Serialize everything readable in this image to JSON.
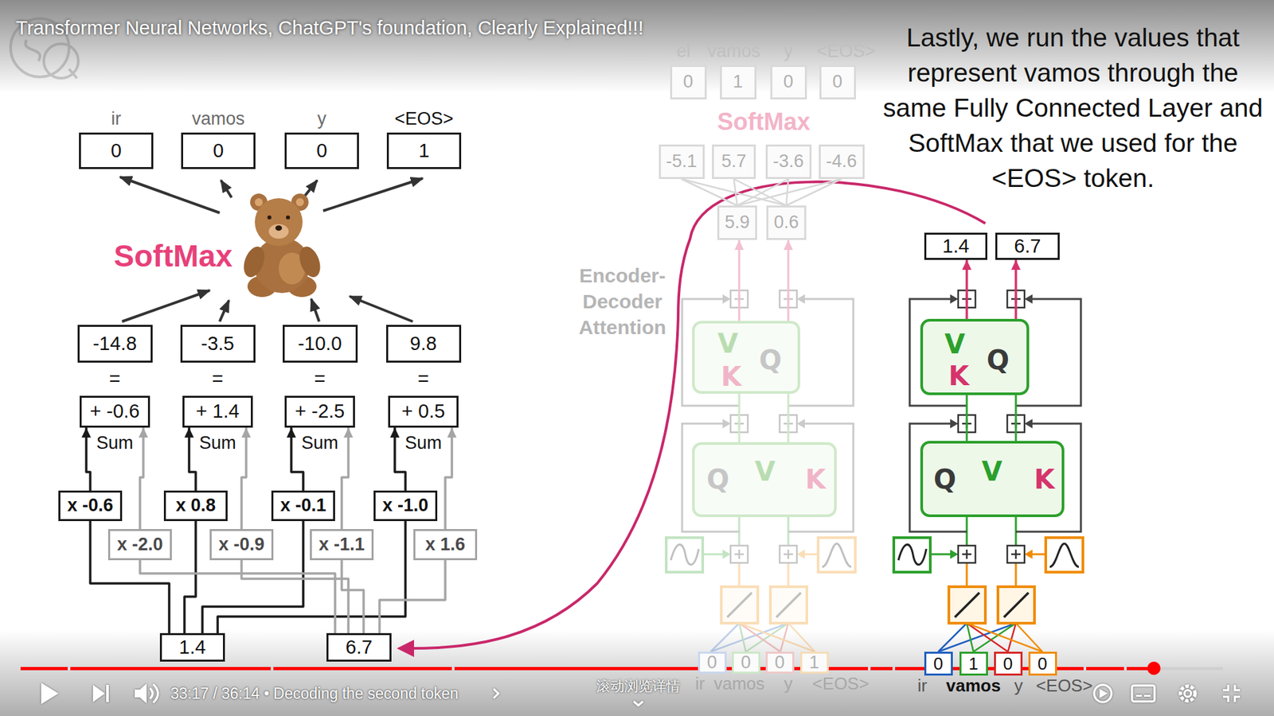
{
  "diagram": {
    "title": "Transformer Neural Networks, ChatGPT's foundation, Clearly Explained!!!",
    "nodes": [
      {
        "text": [
          "ir",
          "0"
        ]
      },
      {
        "text": [
          "vamos",
          "0"
        ]
      },
      {
        "text": [
          "y",
          "0"
        ]
      },
      {
        "text": [
          "<EOS>",
          "1"
        ]
      },
      {
        "text": [
          "-14.8"
        ]
      },
      {
        "text": [
          "-3.5"
        ]
      },
      {
        "text": [
          "-10.0"
        ]
      },
      {
        "text": [
          "9.8"
        ]
      },
      {
        "text": [
          "+ -0.6"
        ]
      },
      {
        "text": [
          "+ 1.4"
        ]
      },
      {
        "text": [
          "+ -2.5"
        ]
      },
      {
        "text": [
          "+ 0.5"
        ]
      },
      {
        "text": [
          "x -0.6"
        ]
      },
      {
        "text": [
          "x 0.8"
        ]
      },
      {
        "text": [
          "x -0.1"
        ]
      },
      {
        "text": [
          "x -1.0"
        ]
      },
      {
        "text": [
          "x -2.0"
        ]
      },
      {
        "text": [
          "x -0.9"
        ]
      },
      {
        "text": [
          "x -1.1"
        ]
      },
      {
        "text": [
          "x 1.6"
        ]
      },
      {
        "text": [
          "1.4"
        ]
      },
      {
        "text": [
          "6.7"
        ]
      },
      {
        "text": [
          "el",
          "0"
        ]
      },
      {
        "text": [
          "vamos",
          "1"
        ]
      },
      {
        "text": [
          "y",
          "0"
        ]
      },
      {
        "text": [
          "<EOS>",
          "0"
        ]
      },
      {
        "text": [
          "-5.1"
        ]
      },
      {
        "text": [
          "5.7"
        ]
      },
      {
        "text": [
          "-3.6"
        ]
      },
      {
        "text": [
          "-4.6"
        ]
      },
      {
        "text": [
          "5.9"
        ]
      },
      {
        "text": [
          "0.6"
        ]
      },
      {
        "text": [
          "V",
          "K",
          "Q"
        ]
      },
      {
        "text": [
          "Q",
          "V",
          "K"
        ]
      },
      {
        "text": [
          "0",
          "ir"
        ]
      },
      {
        "text": [
          "0",
          "vamos"
        ]
      },
      {
        "text": [
          "0",
          "y"
        ]
      },
      {
        "text": [
          "1",
          "<EOS>"
        ]
      },
      {
        "text": [
          "1.4"
        ]
      },
      {
        "text": [
          "6.7"
        ]
      },
      {
        "text": [
          "V",
          "K",
          "Q"
        ]
      },
      {
        "text": [
          "Q",
          "V",
          "K"
        ]
      },
      {
        "text": [
          "0",
          "ir"
        ]
      },
      {
        "text": [
          "1",
          "vamos"
        ]
      },
      {
        "text": [
          "0",
          "y"
        ]
      },
      {
        "text": [
          "0",
          "<EOS>"
        ]
      }
    ],
    "edges": [
      {
        "from": 20,
        "to": 12,
        "arrow": "none"
      },
      {
        "from": 20,
        "to": 13,
        "arrow": "none"
      },
      {
        "from": 20,
        "to": 14,
        "arrow": "none"
      },
      {
        "from": 20,
        "to": 15,
        "arrow": "none"
      },
      {
        "from": 21,
        "to": 16,
        "arrow": "none"
      },
      {
        "from": 21,
        "to": 17,
        "arrow": "none"
      },
      {
        "from": 21,
        "to": 18,
        "arrow": "none"
      },
      {
        "from": 21,
        "to": 19,
        "arrow": "none"
      },
      {
        "from": 12,
        "to": 8,
        "arrow": "to"
      },
      {
        "from": 16,
        "to": 8,
        "arrow": "to"
      },
      {
        "from": 13,
        "to": 9,
        "arrow": "to"
      },
      {
        "from": 17,
        "to": 9,
        "arrow": "to"
      },
      {
        "from": 14,
        "to": 10,
        "arrow": "to"
      },
      {
        "from": 18,
        "to": 10,
        "arrow": "to"
      },
      {
        "from": 15,
        "to": 11,
        "arrow": "to"
      },
      {
        "from": 19,
        "to": 11,
        "arrow": "to"
      },
      {
        "from": 30,
        "to": 26,
        "arrow": "none"
      },
      {
        "from": 30,
        "to": 27,
        "arrow": "none"
      },
      {
        "from": 30,
        "to": 28,
        "arrow": "none"
      },
      {
        "from": 30,
        "to": 29,
        "arrow": "none"
      },
      {
        "from": 31,
        "to": 26,
        "arrow": "none"
      },
      {
        "from": 31,
        "to": 27,
        "arrow": "none"
      },
      {
        "from": 31,
        "to": 28,
        "arrow": "none"
      },
      {
        "from": 31,
        "to": 29,
        "arrow": "none"
      },
      {
        "from": 32,
        "to": 30,
        "arrow": "to"
      },
      {
        "from": 32,
        "to": 31,
        "arrow": "to"
      },
      {
        "from": 33,
        "to": 32,
        "arrow": "none"
      },
      {
        "from": 33,
        "to": 32,
        "arrow": "none"
      },
      {
        "from": 40,
        "to": 38,
        "arrow": "to"
      },
      {
        "from": 40,
        "to": 39,
        "arrow": "to"
      },
      {
        "from": 41,
        "to": 40,
        "arrow": "none"
      },
      {
        "from": 41,
        "to": 40,
        "arrow": "none"
      }
    ],
    "labels": [
      "SoftMax",
      "=",
      "=",
      "=",
      "=",
      "Sum",
      "Sum",
      "Sum",
      "Sum",
      "SoftMax",
      "Encoder- Decoder Attention",
      "Lastly, we run the values that represent vamos through the same Fully Connected Layer and SoftMax that we used for the <EOS> token.",
      "33:17 / 36:14 • Decoding the second token",
      "滚动浏览详情"
    ]
  }
}
